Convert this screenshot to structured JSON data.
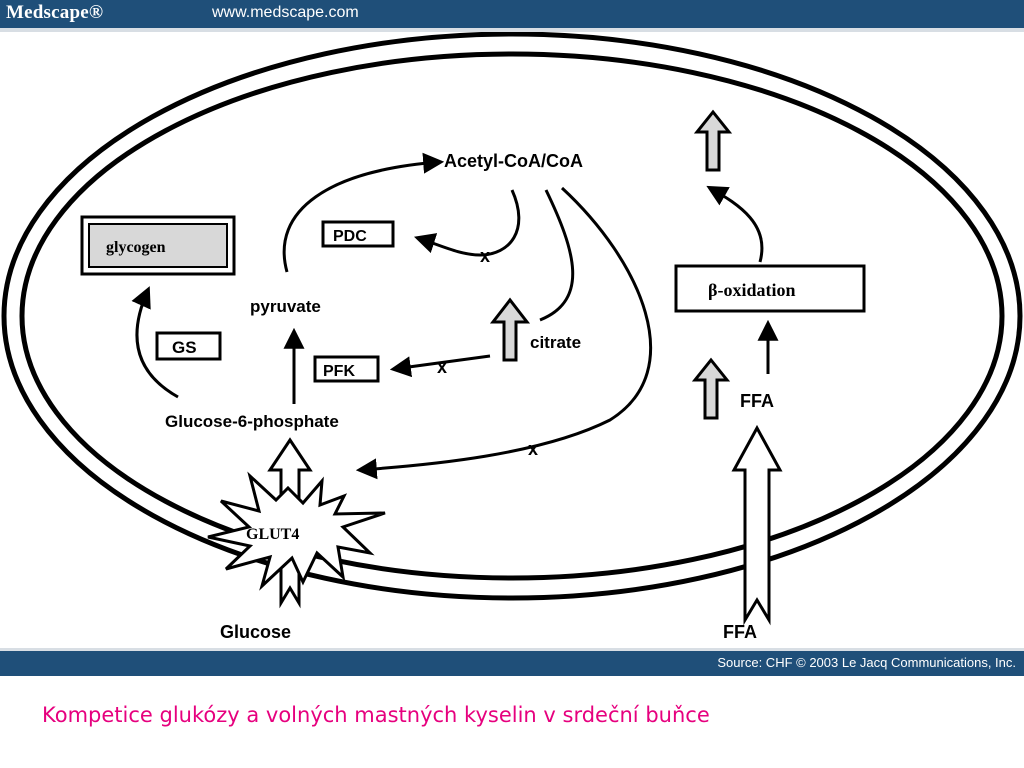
{
  "header": {
    "logo": "Medscape®",
    "url": "www.medscape.com"
  },
  "labels": {
    "acetyl_coa": "Acetyl-CoA/CoA",
    "glycogen": "glycogen",
    "pdc": "PDC",
    "pyruvate": "pyruvate",
    "gs": "GS",
    "pfk": "PFK",
    "citrate": "citrate",
    "beta_oxidation": "β-oxidation",
    "ffa_inner": "FFA",
    "glucose_6_phosphate": "Glucose-6-phosphate",
    "glut4": "GLUT4",
    "glucose": "Glucose",
    "ffa_outer": "FFA",
    "x_mark": "x"
  },
  "footer": {
    "source": "Source: CHF © 2003 Le Jacq Communications, Inc."
  },
  "caption": "Kompetice glukózy a  volných mastných kyselin  v srdeční buňce"
}
